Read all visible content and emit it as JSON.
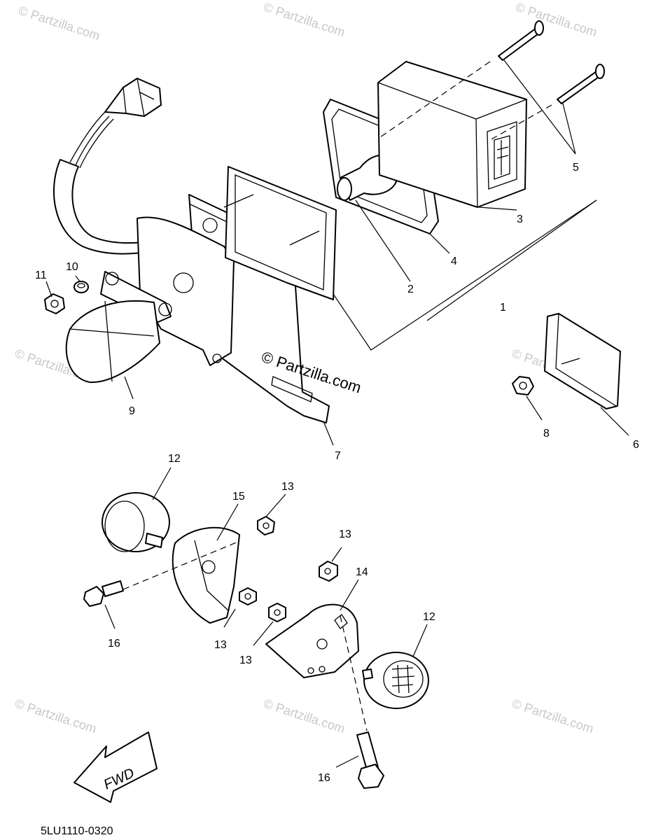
{
  "watermarks": {
    "corner_text": "© Partzilla.com",
    "center_text": "© Partzilla.com"
  },
  "part_code": "5LU1110-0320",
  "fwd_label": "FWD",
  "callouts": {
    "c1": "1",
    "c2": "2",
    "c3": "3",
    "c4": "4",
    "c5": "5",
    "c6": "6",
    "c7": "7",
    "c8": "8",
    "c9": "9",
    "c10": "10",
    "c11": "11",
    "c12a": "12",
    "c12b": "12",
    "c13a": "13",
    "c13b": "13",
    "c13c": "13",
    "c13d": "13",
    "c14": "14",
    "c15": "15",
    "c16a": "16",
    "c16b": "16"
  }
}
